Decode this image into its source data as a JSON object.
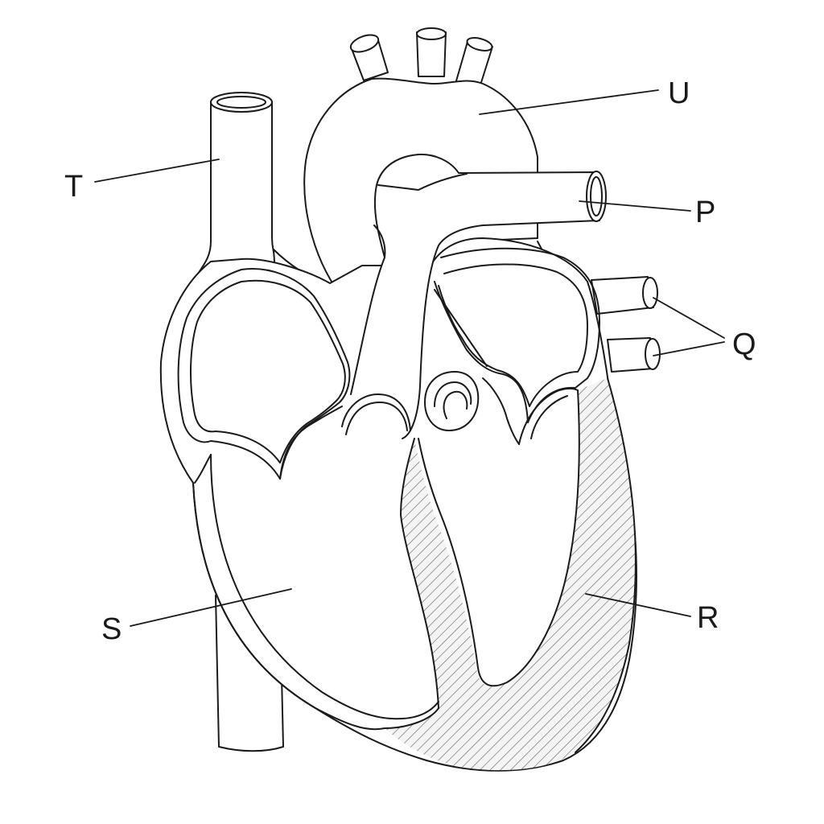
{
  "labels": {
    "T": "T",
    "U": "U",
    "P": "P",
    "Q": "Q",
    "S": "S",
    "R": "R"
  },
  "colors": {
    "stroke": "#1a1a1a",
    "background": "#ffffff",
    "hatch": "#6a6a6a"
  }
}
